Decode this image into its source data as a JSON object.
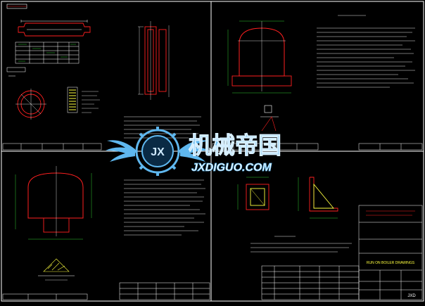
{
  "drawing": {
    "background": "#000000",
    "line_color": "#ffffff",
    "accent_color": "#ff2020",
    "hatch_color": "#ffff40",
    "dim_color": "#40ff40"
  },
  "watermark": {
    "title_cn": "机械帝国",
    "site": "JXDIGUO.COM",
    "emblem": "JX",
    "color": "#5fb7ee"
  },
  "title_block": {
    "project_text": "RUN ON BOILER DRAWINGS",
    "company_text": "",
    "code_text": "JXD"
  }
}
